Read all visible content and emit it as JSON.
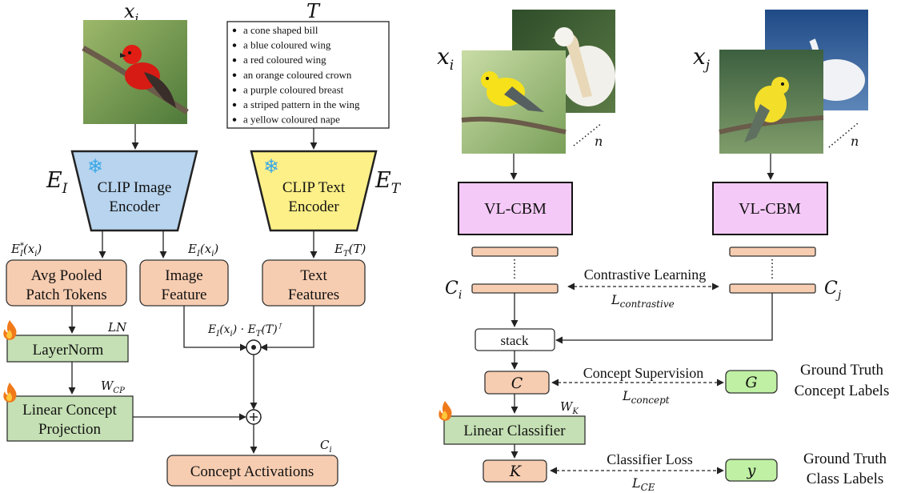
{
  "left": {
    "input_label": "x",
    "input_sub": "i",
    "text_set_label": "T",
    "concepts": [
      "a cone shaped bill",
      "a blue coloured wing",
      "a red coloured wing",
      "an orange coloured crown",
      "a purple coloured breast",
      "a striped pattern in the wing",
      "a yellow coloured nape"
    ],
    "image_encoder": {
      "line1": "CLIP Image",
      "line2": "Encoder",
      "sym": "E",
      "sub": "I"
    },
    "text_encoder": {
      "line1": "CLIP Text",
      "line2": "Encoder",
      "sym": "E",
      "sub": "T"
    },
    "avg_pooled": {
      "line1": "Avg Pooled",
      "line2": "Patch Tokens",
      "math": "E*I(xi)"
    },
    "image_feature": {
      "line1": "Image",
      "line2": "Feature",
      "math": "EI(xi)"
    },
    "text_features": {
      "line1": "Text",
      "line2": "Features",
      "math": "ET(T)"
    },
    "dot_product_label": "EI(xi) · ET(T)ᵀ",
    "layernorm": {
      "label": "LayerNorm",
      "tag": "LN"
    },
    "linear_projection": {
      "line1": "Linear Concept",
      "line2": "Projection",
      "tag": "WCP"
    },
    "concept_activations": {
      "label": "Concept Activations",
      "tag": "Ci"
    }
  },
  "right": {
    "xi_label": "x",
    "xi_sub": "i",
    "xj_label": "x",
    "xj_sub": "j",
    "n_label": "n",
    "vlcbm_left": "VL-CBM",
    "vlcbm_right": "VL-CBM",
    "ci_label": "C",
    "ci_sub": "i",
    "cj_label": "C",
    "cj_sub": "j",
    "contrastive": {
      "label": "Contrastive Learning",
      "loss": "L",
      "loss_sub": "contrastive"
    },
    "stack_label": "stack",
    "c_label": "C",
    "concept_supervision": {
      "label": "Concept Supervision",
      "loss": "L",
      "loss_sub": "concept"
    },
    "g_label": "G",
    "gt_concept": {
      "line1": "Ground Truth",
      "line2": "Concept Labels"
    },
    "linear_classifier": {
      "label": "Linear Classifier",
      "tag": "W",
      "tag_sub": "K"
    },
    "k_label": "K",
    "classifier_loss": {
      "label": "Classifier Loss",
      "loss": "L",
      "loss_sub": "CE"
    },
    "y_label": "y",
    "gt_class": {
      "line1": "Ground Truth",
      "line2": "Class Labels"
    }
  },
  "colors": {
    "orange_box": "#f7cdb1",
    "green_box": "#c5e0b4",
    "pink_box": "#f5c9f7",
    "encoder_image": "#b8d4ee",
    "encoder_text": "#fdf088",
    "snowflake": "#3aa8e8",
    "flame": "#f07a1a"
  }
}
